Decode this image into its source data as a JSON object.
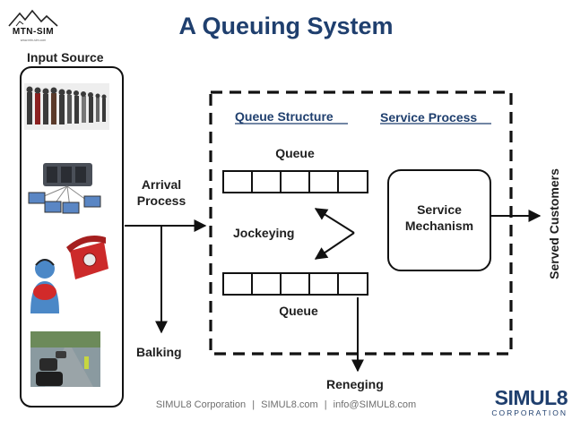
{
  "title": "A Queuing System",
  "logo": {
    "name": "MTN-SIM",
    "tagline": "www.mtn-sim.com"
  },
  "labels": {
    "input_source": "Input Source",
    "arrival_line1": "Arrival",
    "arrival_line2": "Process",
    "queue_structure": "Queue Structure",
    "service_process": "Service Process",
    "queue_top": "Queue",
    "queue_bottom": "Queue",
    "jockeying": "Jockeying",
    "service_line1": "Service",
    "service_line2": "Mechanism",
    "served_customers": "Served Customers",
    "balking": "Balking",
    "reneging": "Reneging"
  },
  "footer": {
    "company": "SIMUL8 Corporation",
    "sep1": "|",
    "site": "SIMUL8.com",
    "sep2": "|",
    "email": "info@SIMUL8.com"
  },
  "brand": {
    "name": "SIMUL8",
    "sub": "CORPORATION"
  },
  "colors": {
    "title": "#1f3f6e",
    "text": "#1f1f1f",
    "line": "#111111"
  },
  "icons": [
    "people-queue-image",
    "computer-network-image",
    "call-center-image",
    "traffic-image"
  ]
}
